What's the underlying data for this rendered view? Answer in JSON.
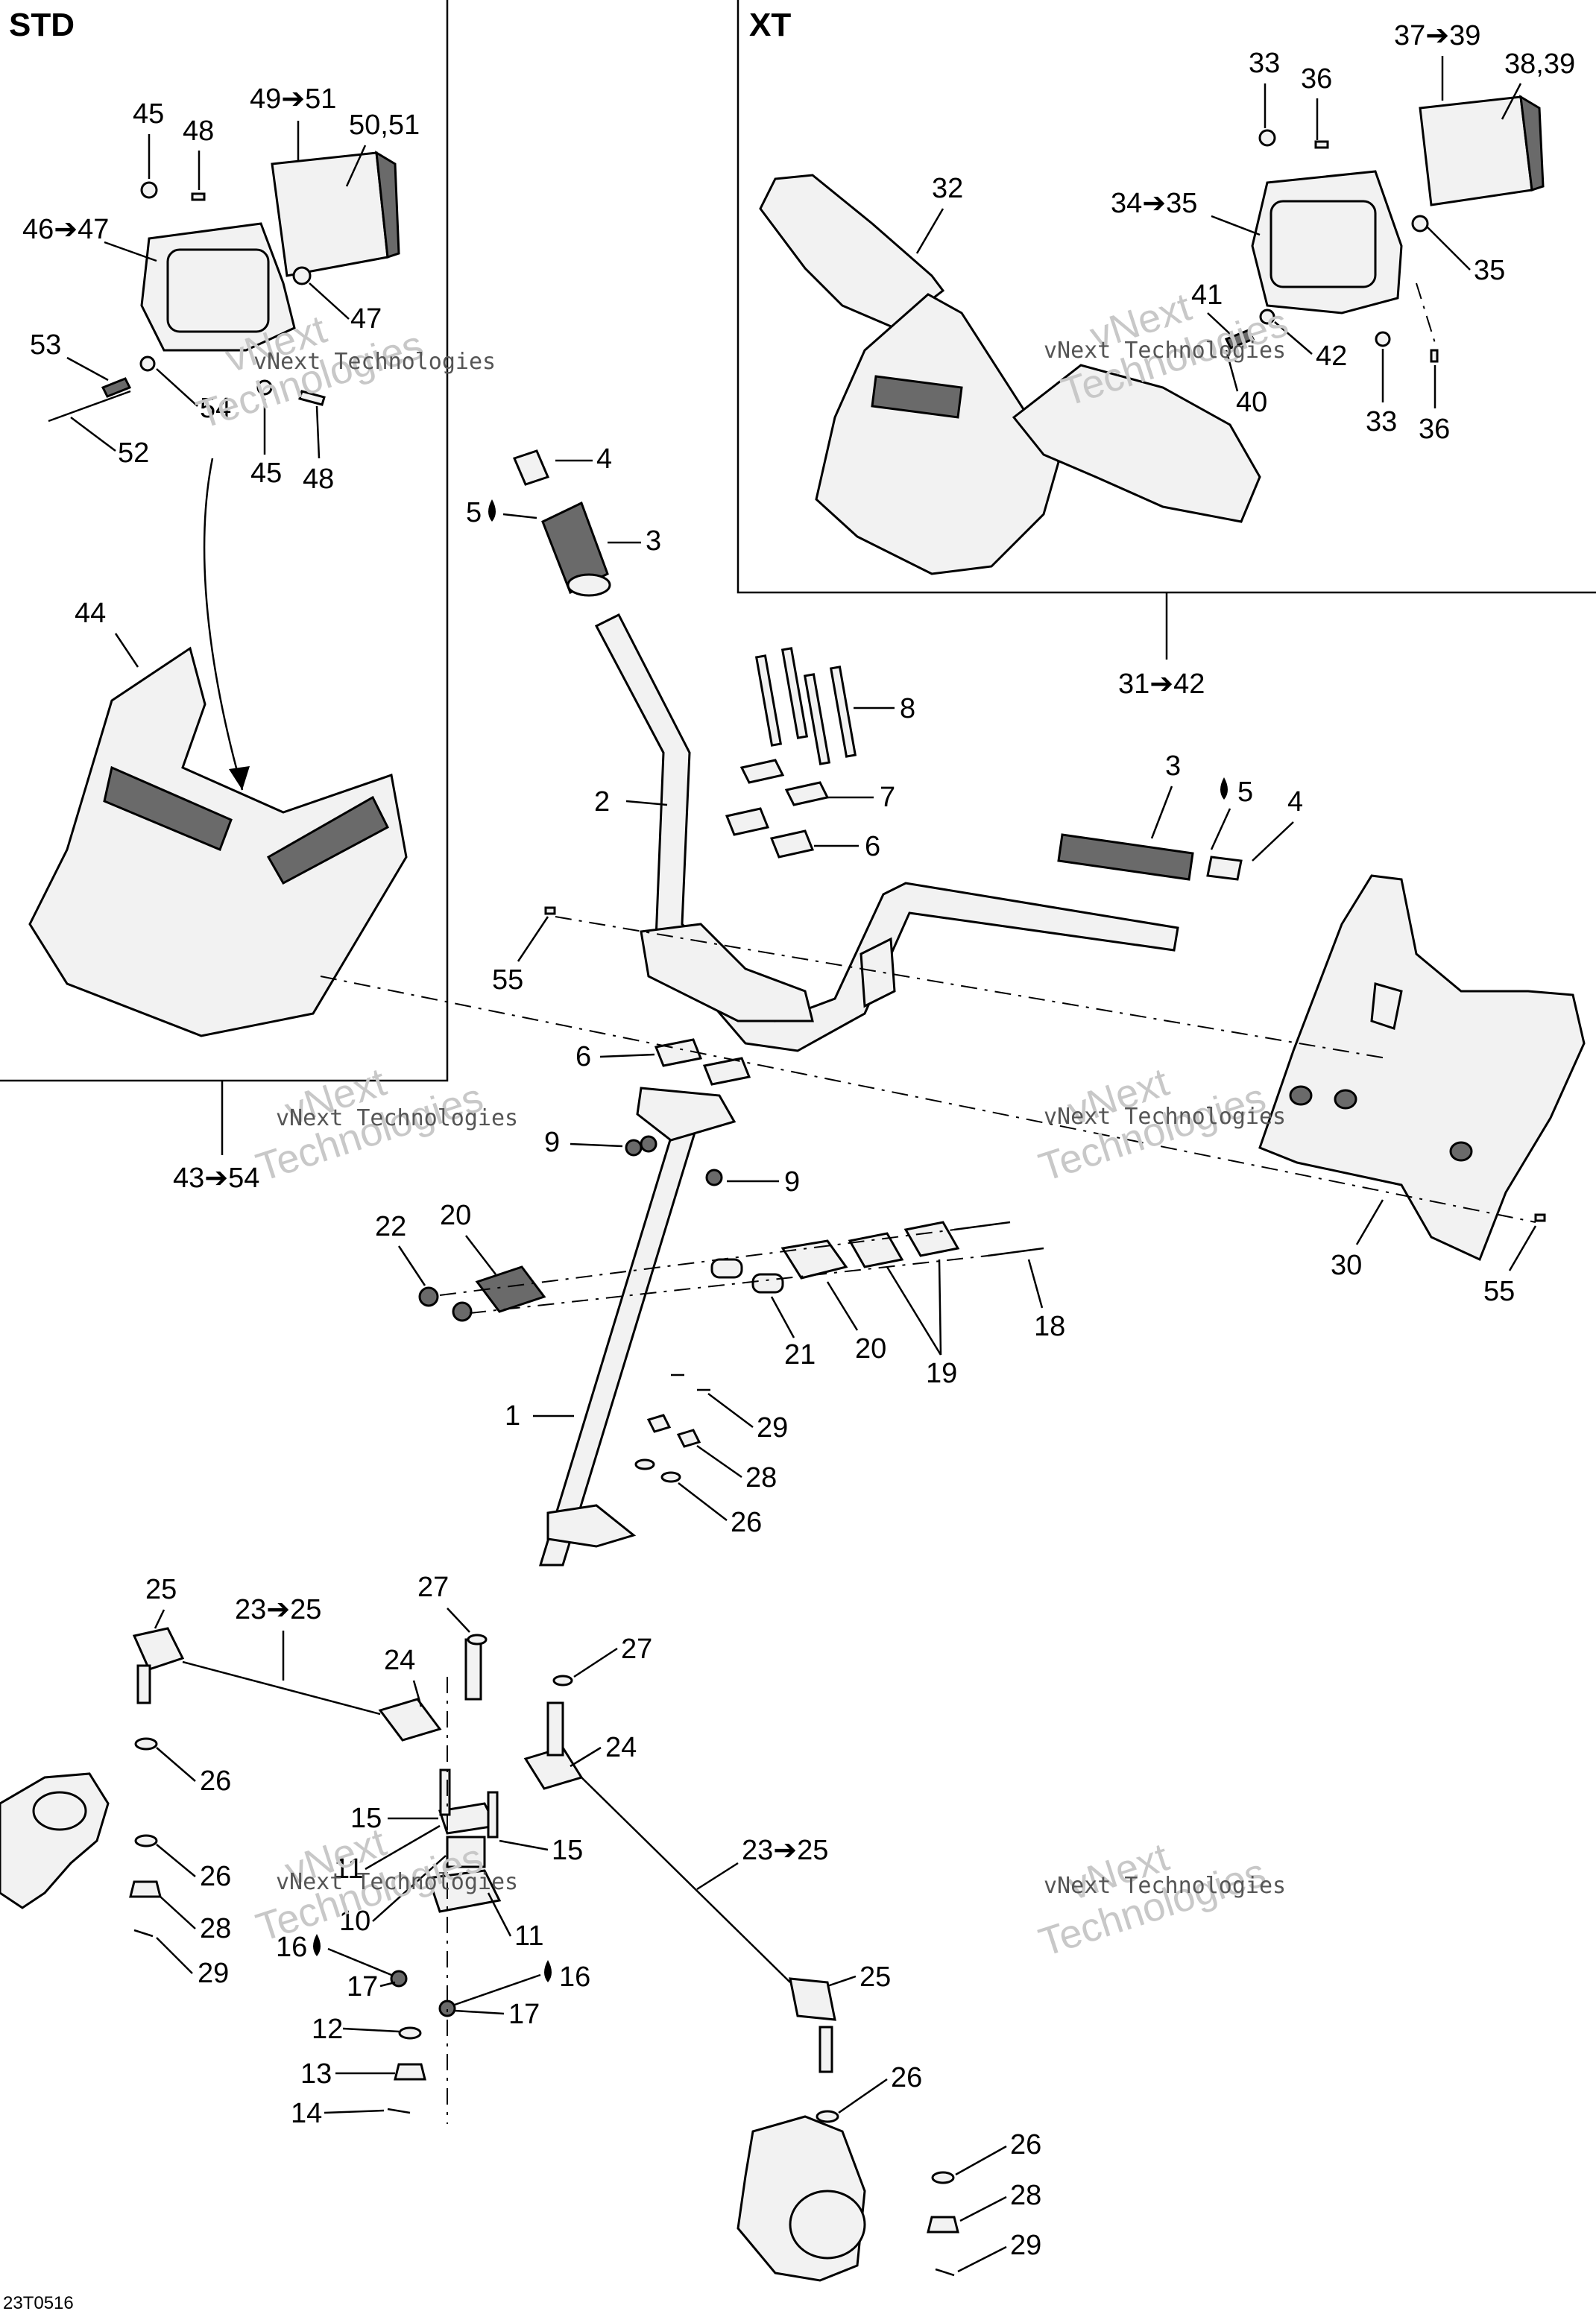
{
  "insets": {
    "std": {
      "title": "STD",
      "range_label": "43➔54"
    },
    "xt": {
      "title": "XT",
      "range_label": "31➔42"
    }
  },
  "callouts": {
    "std": [
      "45",
      "48",
      "49➔51",
      "50,51",
      "46➔47",
      "47",
      "53",
      "54",
      "52",
      "45",
      "48",
      "44"
    ],
    "xt": [
      "33",
      "36",
      "37➔39",
      "38,39",
      "32",
      "34➔35",
      "35",
      "41",
      "42",
      "40",
      "33",
      "36"
    ],
    "main": [
      "4",
      "5",
      "3",
      "8",
      "2",
      "7",
      "6",
      "3",
      "5",
      "4",
      "55",
      "6",
      "9",
      "9",
      "30",
      "55",
      "22",
      "20",
      "21",
      "20",
      "19",
      "18",
      "1",
      "29",
      "28",
      "26",
      "25",
      "23➔25",
      "27",
      "24",
      "27",
      "24",
      "26",
      "26",
      "15",
      "15",
      "28",
      "11",
      "10",
      "29",
      "11",
      "16",
      "16",
      "17",
      "17",
      "23➔25",
      "25",
      "12",
      "13",
      "14",
      "26",
      "26",
      "28",
      "29"
    ]
  },
  "watermark": {
    "line1": "vNext Technologies",
    "line2": "vNext",
    "line3": "Technologies"
  },
  "drawing_code": "23T0516",
  "colors": {
    "ink": "#000000",
    "paper": "#ffffff",
    "watermark": "#c8c8c8",
    "fill_dark": "#6a6a6a"
  }
}
